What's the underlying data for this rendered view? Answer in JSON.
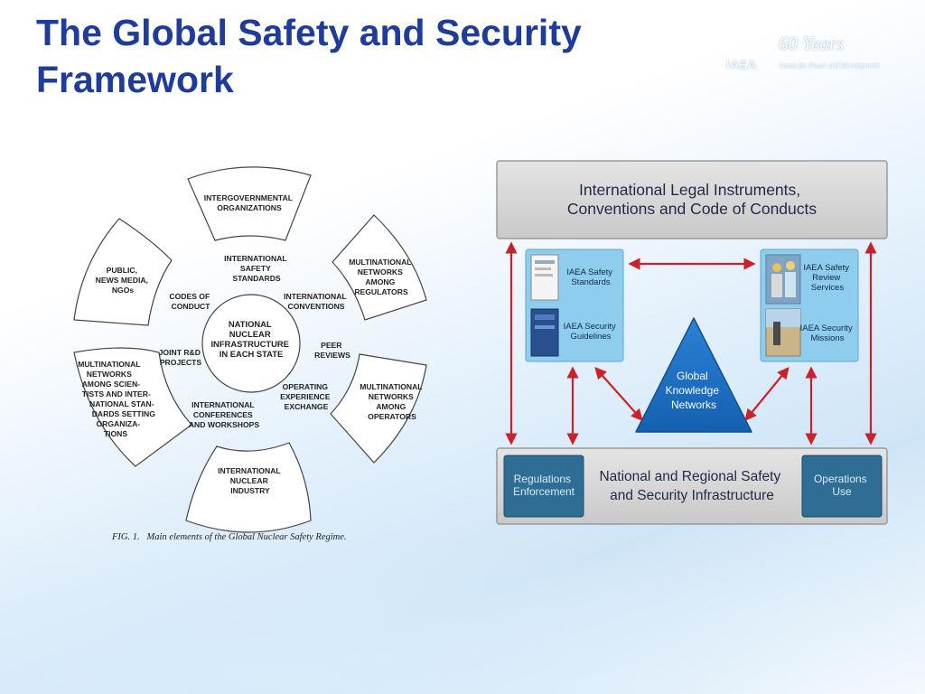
{
  "slide": {
    "title_line1": "The Global Safety and Security",
    "title_line2": "Framework"
  },
  "logo": {
    "years": "60 Years",
    "org": "IAEA",
    "tagline": "Atoms for Peace and Development",
    "icon": "iaea-atom-emblem-icon"
  },
  "regime_figure": {
    "center": [
      "NATIONAL",
      "NUCLEAR",
      "INFRASTRUCTURE",
      "IN EACH STATE"
    ],
    "outer": {
      "intergovernmental": [
        "INTERGOVERNMENTAL",
        "ORGANIZATIONS"
      ],
      "multinational_regulators": [
        "MULTINATIONAL",
        "NETWORKS",
        "AMONG",
        "REGULATORS"
      ],
      "multinational_operators": [
        "MULTINATIONAL",
        "NETWORKS",
        "AMONG",
        "OPERATORS"
      ],
      "industry": [
        "INTERNATIONAL",
        "NUCLEAR",
        "INDUSTRY"
      ],
      "multinational_scientists": [
        "MULTINATIONAL",
        "NETWORKS",
        "AMONG SCIEN-",
        "TISTS AND INTER-",
        "NATIONAL STAN-",
        "DARDS SETTING",
        "ORGANIZA-",
        "TIONS"
      ],
      "public": [
        "PUBLIC,",
        "NEWS MEDIA,",
        "NGOs"
      ]
    },
    "inner": {
      "safety_standards": [
        "INTERNATIONAL",
        "SAFETY",
        "STANDARDS"
      ],
      "conventions": [
        "INTERNATIONAL",
        "CONVENTIONS"
      ],
      "peer_reviews": [
        "PEER",
        "REVIEWS"
      ],
      "experience_exchange": [
        "OPERATING",
        "EXPERIENCE",
        "EXCHANGE"
      ],
      "conferences": [
        "INTERNATIONAL",
        "CONFERENCES",
        "AND WORKSHOPS"
      ],
      "joint_projects": [
        "JOINT R&D",
        "PROJECTS"
      ],
      "codes_of_conduct": [
        "CODES OF",
        "CONDUCT"
      ]
    },
    "caption": "FIG. 1.   Main elements of the Global Nuclear Safety Regime."
  },
  "framework_figure": {
    "top_bar": [
      "International Legal Instruments,",
      "Conventions and Code of Conducts"
    ],
    "left_panel": {
      "item1": [
        "IAEA Safety",
        "Standards"
      ],
      "item2": [
        "IAEA Security",
        "Guidelines"
      ]
    },
    "right_panel": {
      "item1": [
        "IAEA Safety",
        "Review",
        "Services"
      ],
      "item2": [
        "IAEA Security",
        "Missions"
      ]
    },
    "triangle": [
      "Global",
      "Knowledge",
      "Networks"
    ],
    "bottom_bar": [
      "National and Regional Safety",
      "and Security Infrastructure"
    ],
    "bottom_left": [
      "Regulations",
      "Enforcement"
    ],
    "bottom_right": [
      "Operations",
      "Use"
    ]
  },
  "colors": {
    "title": "#1f3c9a",
    "panel_light_blue": "#8fcdee",
    "panel_dark_blue": "#2f6d94",
    "triangle_blue": "#1a6fc1",
    "arrow_red": "#c8232b",
    "bar_gray": "#d3d3d3"
  }
}
